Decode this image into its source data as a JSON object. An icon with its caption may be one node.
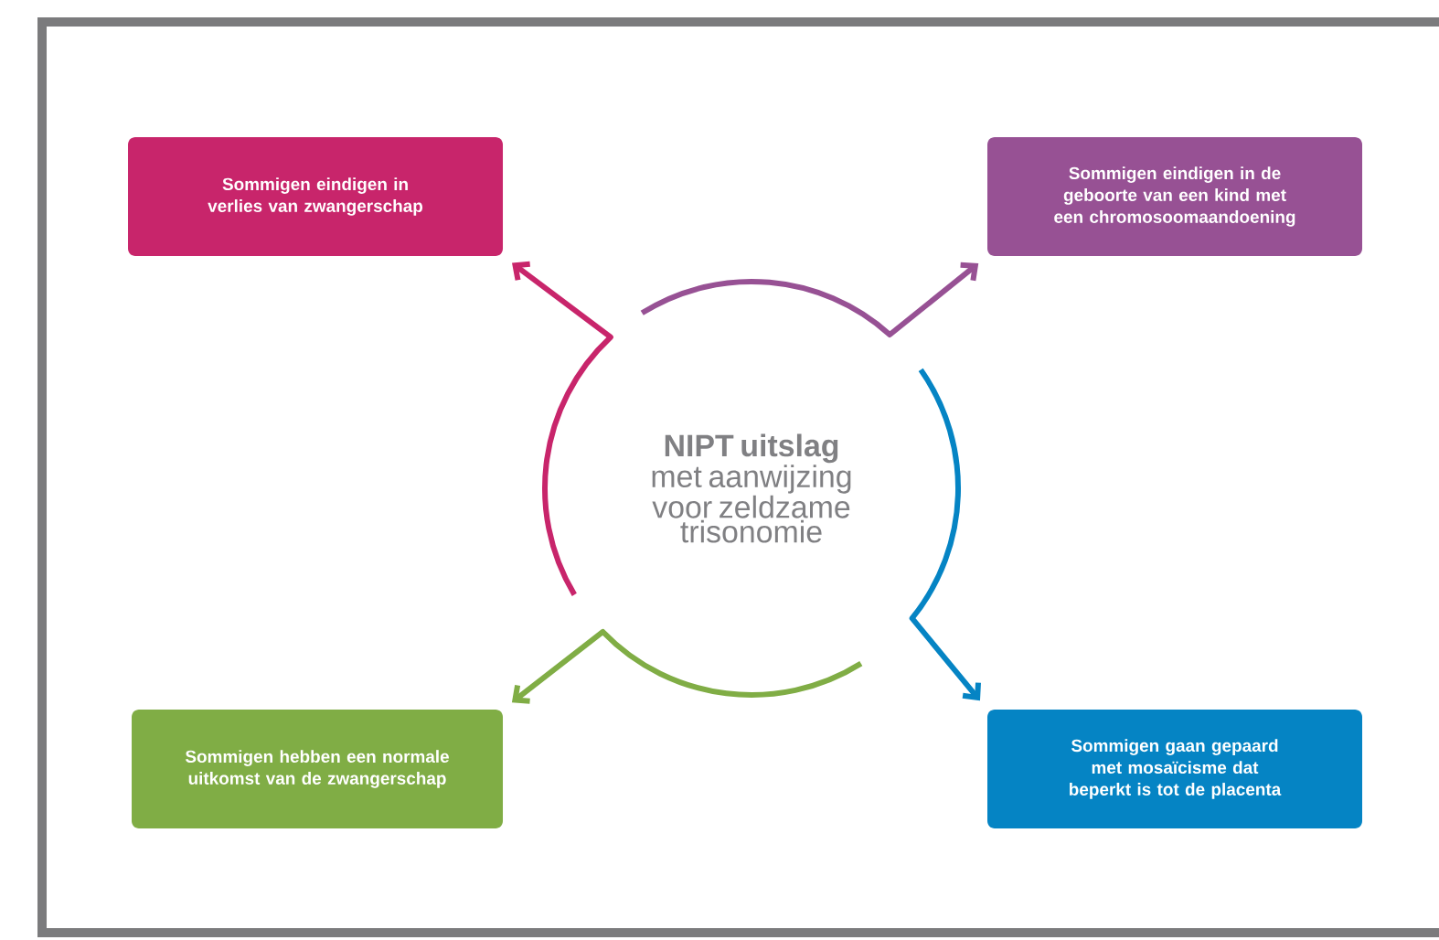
{
  "diagram": {
    "nodes": [
      {
        "text": [
          "NIPT uitslag",
          "met aanwijzing voor zeldzame trisonomie"
        ]
      },
      {
        "text": [
          "Sommigen eindigen in verlies van zwangerschap"
        ]
      },
      {
        "text": [
          "Sommigen eindigen in de geboorte van een kind met een chromosoomaandoening"
        ]
      },
      {
        "text": [
          "Sommigen hebben een normale uitkomst van de zwangerschap"
        ]
      },
      {
        "text": [
          "Sommigen gaan gepaard met mosaïcisme dat beperkt is tot de placenta"
        ]
      }
    ],
    "edges": [
      {
        "from": 0,
        "to": 1,
        "arrow": "to",
        "color": "#c8256b"
      },
      {
        "from": 0,
        "to": 2,
        "arrow": "to",
        "color": "#975194"
      },
      {
        "from": 0,
        "to": 3,
        "arrow": "to",
        "color": "#80ad45"
      },
      {
        "from": 0,
        "to": 4,
        "arrow": "to",
        "color": "#0584c4"
      }
    ]
  }
}
